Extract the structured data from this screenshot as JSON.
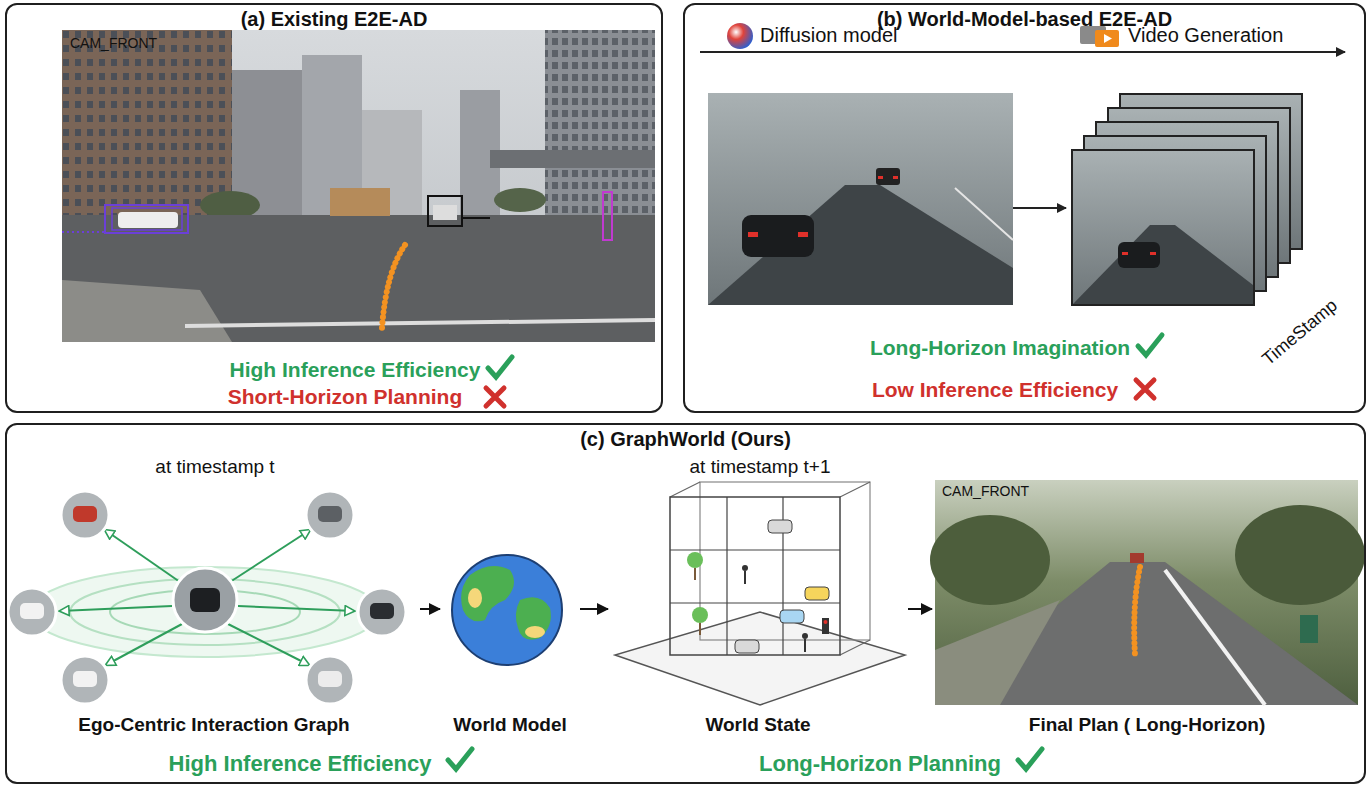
{
  "diagram": {
    "nodes": [
      {
        "text": [
          "(a) Existing E2E-AD"
        ]
      },
      {
        "text": [
          "(b) World-Model-based E2E-AD"
        ]
      },
      {
        "text": [
          "(c) GraphWorld (Ours)"
        ]
      },
      {
        "text": [
          "Ego-Centric Interaction Graph"
        ],
        "in": 2
      },
      {
        "text": [
          "World Model"
        ],
        "in": 2
      },
      {
        "text": [
          "World State"
        ],
        "in": 2
      },
      {
        "text": [
          "Final Plan ( Long-Horizon)"
        ],
        "in": 2
      }
    ],
    "edges": [
      {
        "from": 3,
        "to": 4,
        "arrow": "to"
      },
      {
        "from": 4,
        "to": 5,
        "arrow": "to"
      },
      {
        "from": 5,
        "to": 6,
        "arrow": "to"
      }
    ],
    "labels": [
      "CAM_FRONT",
      "High Inference Efficiency",
      "Short-Horizon Planning",
      "Diffusion model",
      "Video Generation",
      "Long-Horizon Imagination",
      "Low Inference Efficiency",
      "TimeStamp",
      "at timestamp t",
      "at timestamp t+1",
      "CAM_FRONT",
      "High Inference Efficiency",
      "Long-Horizon Planning"
    ]
  }
}
